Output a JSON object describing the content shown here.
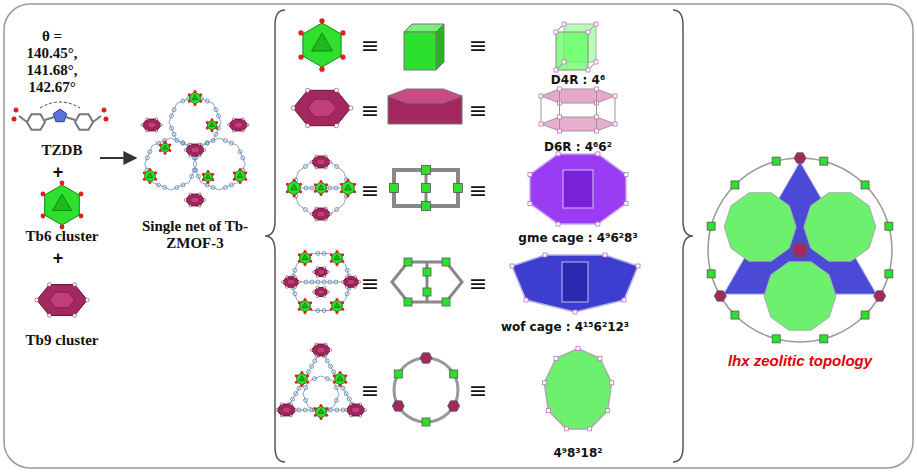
{
  "diagram": {
    "labels": [
      "θ = 140.45°, 141.68°, 142.67°",
      "TZDB",
      "+",
      "Tb6 cluster",
      "+",
      "Tb9 cluster",
      "Single net of Tb-ZMOF-3",
      "≡",
      "≡",
      "D4R : 4⁶",
      "≡",
      "≡",
      "D6R : 4⁶6²",
      "≡",
      "≡",
      "gme cage : 4⁹6²8³",
      "≡",
      "≡",
      "wof cage : 4¹⁵6²12³",
      "≡",
      "≡",
      "4⁹8³18²",
      "lhx zeolitic topology"
    ]
  }
}
